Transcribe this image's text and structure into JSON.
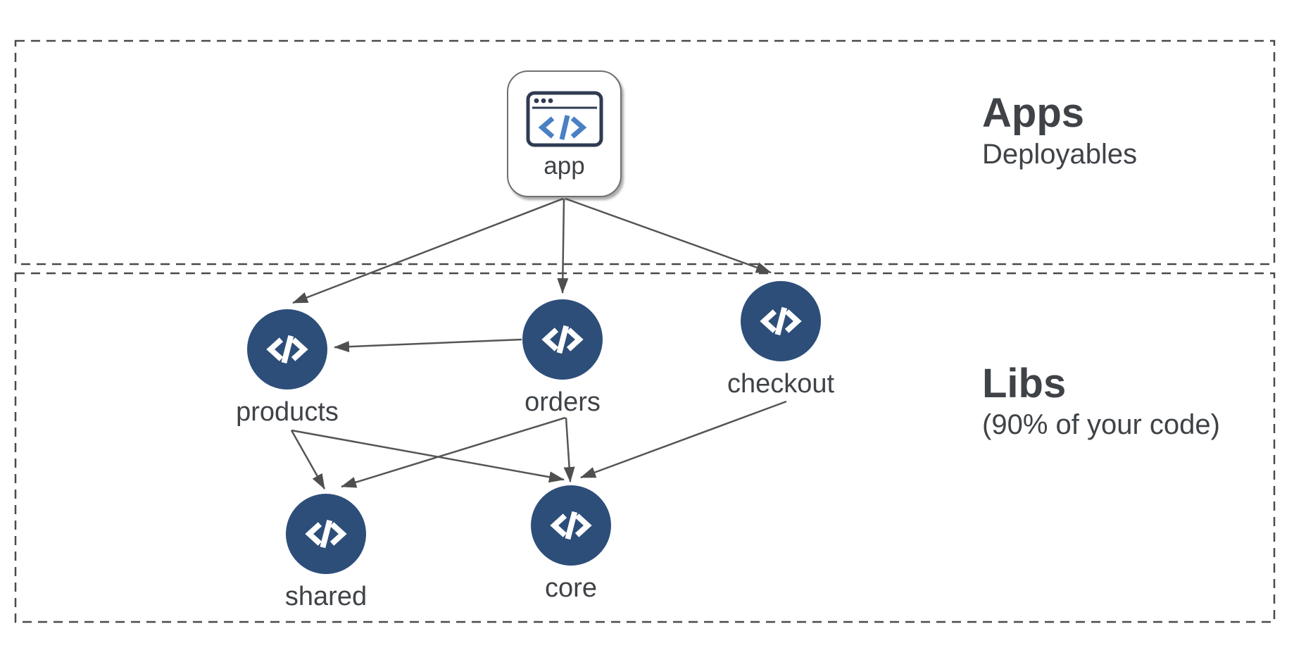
{
  "sections": {
    "apps": {
      "title": "Apps",
      "subtitle": "Deployables"
    },
    "libs": {
      "title": "Libs",
      "subtitle": "(90% of your code)"
    }
  },
  "nodes": {
    "app": {
      "label": "app",
      "kind": "application",
      "icon": "browser-code-icon"
    },
    "products": {
      "label": "products",
      "kind": "library",
      "icon": "code-icon"
    },
    "orders": {
      "label": "orders",
      "kind": "library",
      "icon": "code-icon"
    },
    "checkout": {
      "label": "checkout",
      "kind": "library",
      "icon": "code-icon"
    },
    "shared": {
      "label": "shared",
      "kind": "library",
      "icon": "code-icon"
    },
    "core": {
      "label": "core",
      "kind": "library",
      "icon": "code-icon"
    }
  },
  "edges": [
    {
      "from": "app",
      "to": "products"
    },
    {
      "from": "app",
      "to": "orders"
    },
    {
      "from": "app",
      "to": "checkout"
    },
    {
      "from": "orders",
      "to": "products"
    },
    {
      "from": "products",
      "to": "shared"
    },
    {
      "from": "products",
      "to": "core"
    },
    {
      "from": "orders",
      "to": "shared"
    },
    {
      "from": "orders",
      "to": "core"
    },
    {
      "from": "checkout",
      "to": "core"
    }
  ],
  "colors": {
    "node-fill": "#2d4e79",
    "icon-navy": "#2f3b52",
    "icon-blue": "#4a80c4",
    "text-dark": "#3f4347",
    "edge-gray": "#555555",
    "arrow-fill": "#4f4f4f",
    "box-border": "#4a4a4a",
    "card-border": "#707070"
  }
}
